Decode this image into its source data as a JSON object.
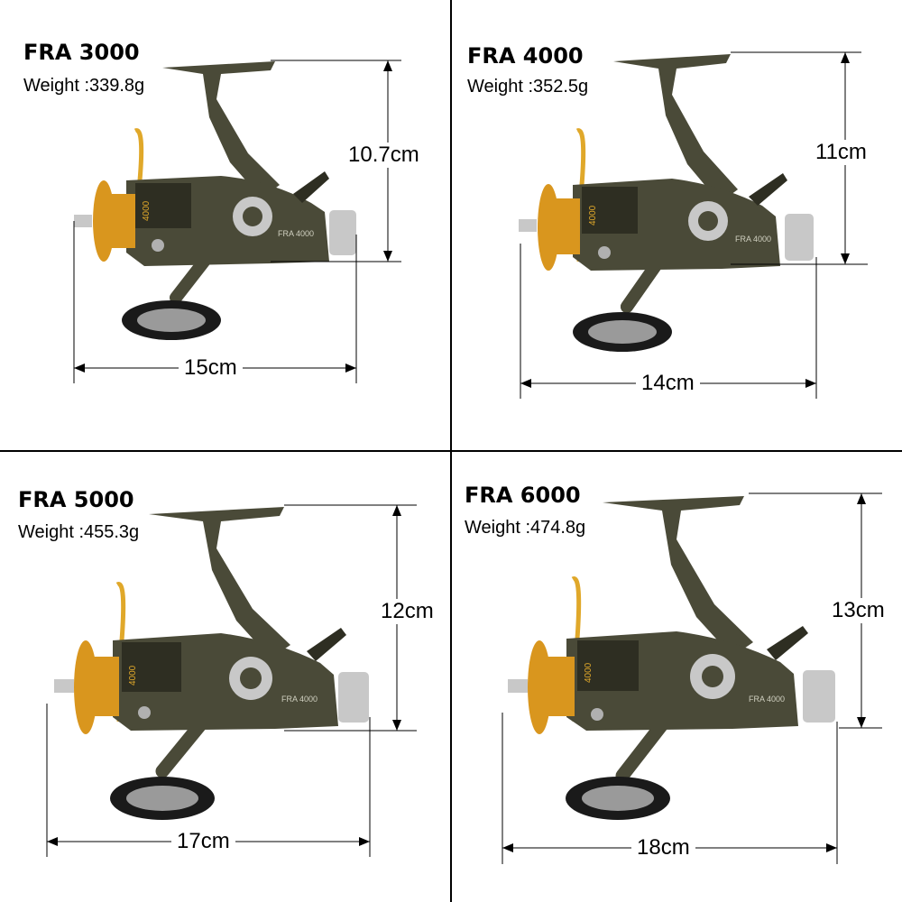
{
  "reels": [
    {
      "model": "FRA 3000",
      "weight": "Weight :339.8g",
      "height": "10.7cm",
      "width": "15cm",
      "spool_label": "4000",
      "body_label": "FRA 4000"
    },
    {
      "model": "FRA 4000",
      "weight": "Weight :352.5g",
      "height": "11cm",
      "width": "14cm",
      "spool_label": "4000",
      "body_label": "FRA 4000"
    },
    {
      "model": "FRA 5000",
      "weight": "Weight :455.3g",
      "height": "12cm",
      "width": "17cm",
      "spool_label": "4000",
      "body_label": "FRA 4000"
    },
    {
      "model": "FRA 6000",
      "weight": "Weight :474.8g",
      "height": "13cm",
      "width": "18cm",
      "spool_label": "4000",
      "body_label": "FRA 4000"
    }
  ],
  "colors": {
    "body": "#4a4a38",
    "spool": "#d9961e",
    "bail": "#e0a82a",
    "knob": "#1a1a1a",
    "chrome": "#c8c8c8"
  }
}
